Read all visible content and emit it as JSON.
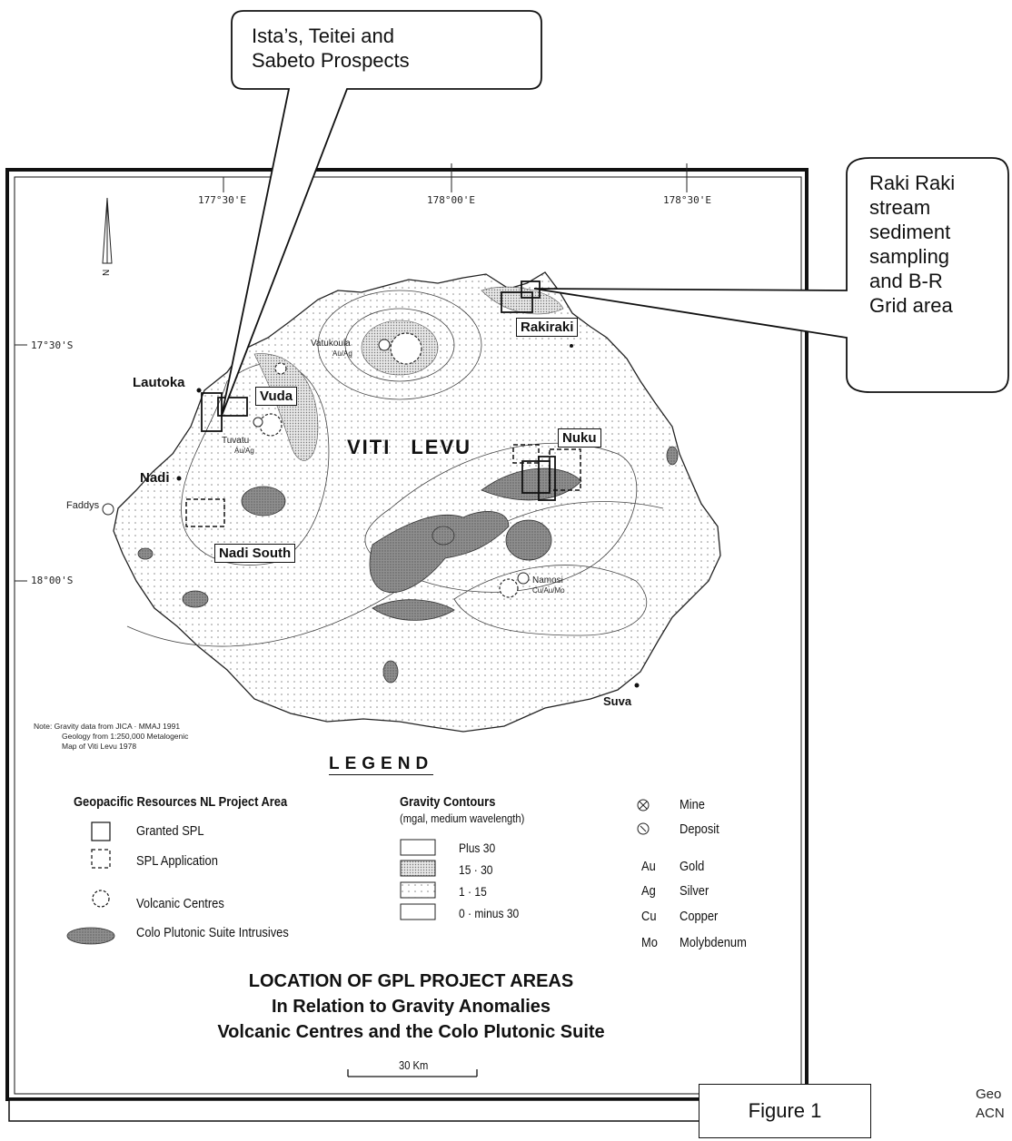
{
  "callouts": {
    "ista": {
      "line1": "Ista’s, Teitei and",
      "line2": "Sabeto Prospects"
    },
    "rakiraki": {
      "lines": [
        "Raki Raki",
        "stream",
        "sediment",
        "sampling",
        "and B-R",
        "Grid area"
      ]
    }
  },
  "map": {
    "longitudes": [
      "177°30'E",
      "178°00'E",
      "178°30'E"
    ],
    "latitudes": [
      "17°30'S",
      "18°00'S"
    ],
    "island_name": {
      "part1": "VITI",
      "part2": "LEVU"
    },
    "towns": {
      "lautoka": "Lautoka",
      "nadi": "Nadi",
      "suva": "Suva",
      "faddys": "Faddys"
    },
    "deposits": {
      "vatukoula": {
        "name": "Vatukoula",
        "metals": "Au/Ag"
      },
      "tuvatu": {
        "name": "Tuvatu",
        "metals": "Au/Ag"
      },
      "namosi": {
        "name": "Namosi",
        "metals": "Cu/Au/Mo"
      }
    },
    "project_labels": {
      "vuda": "Vuda",
      "nuku": "Nuku",
      "rakiraki": "Rakiraki",
      "nadi_south": "Nadi South"
    },
    "note": {
      "line1": "Note:  Gravity data from JICA · MMAJ 1991",
      "line2": "Geology from 1:250,000 Metalogenic",
      "line3": "Map of Viti Levu 1978"
    }
  },
  "legend": {
    "heading": "LEGEND",
    "project": {
      "title": "Geopacific Resources NL Project Area",
      "items": [
        "Granted SPL",
        "SPL Application",
        "Volcanic Centres",
        "Colo Plutonic Suite Intrusives"
      ]
    },
    "gravity": {
      "title": "Gravity Contours",
      "subtitle": "(mgal, medium wavelength)",
      "items": [
        "Plus 30",
        "15 · 30",
        "1 · 15",
        "0 · minus 30"
      ]
    },
    "symbols": [
      {
        "code": "Mine"
      },
      {
        "code": "Deposit"
      }
    ],
    "elements": [
      {
        "sym": "Au",
        "name": "Gold"
      },
      {
        "sym": "Ag",
        "name": "Silver"
      },
      {
        "sym": "Cu",
        "name": "Copper"
      },
      {
        "sym": "Mo",
        "name": "Molybdenum"
      }
    ]
  },
  "title": {
    "line1": "LOCATION OF GPL PROJECT AREAS",
    "line2": "In Relation to Gravity Anomalies",
    "line3": "Volcanic Centres and the Colo Plutonic Suite"
  },
  "scale": "30 Km",
  "figure_label": "Figure 1",
  "footer": {
    "line1": "Geo",
    "line2": "ACN"
  },
  "colors": {
    "frame": "#111111",
    "plutonic": "#8a8a8a",
    "gravity_15_30": "#cfcfcf"
  }
}
